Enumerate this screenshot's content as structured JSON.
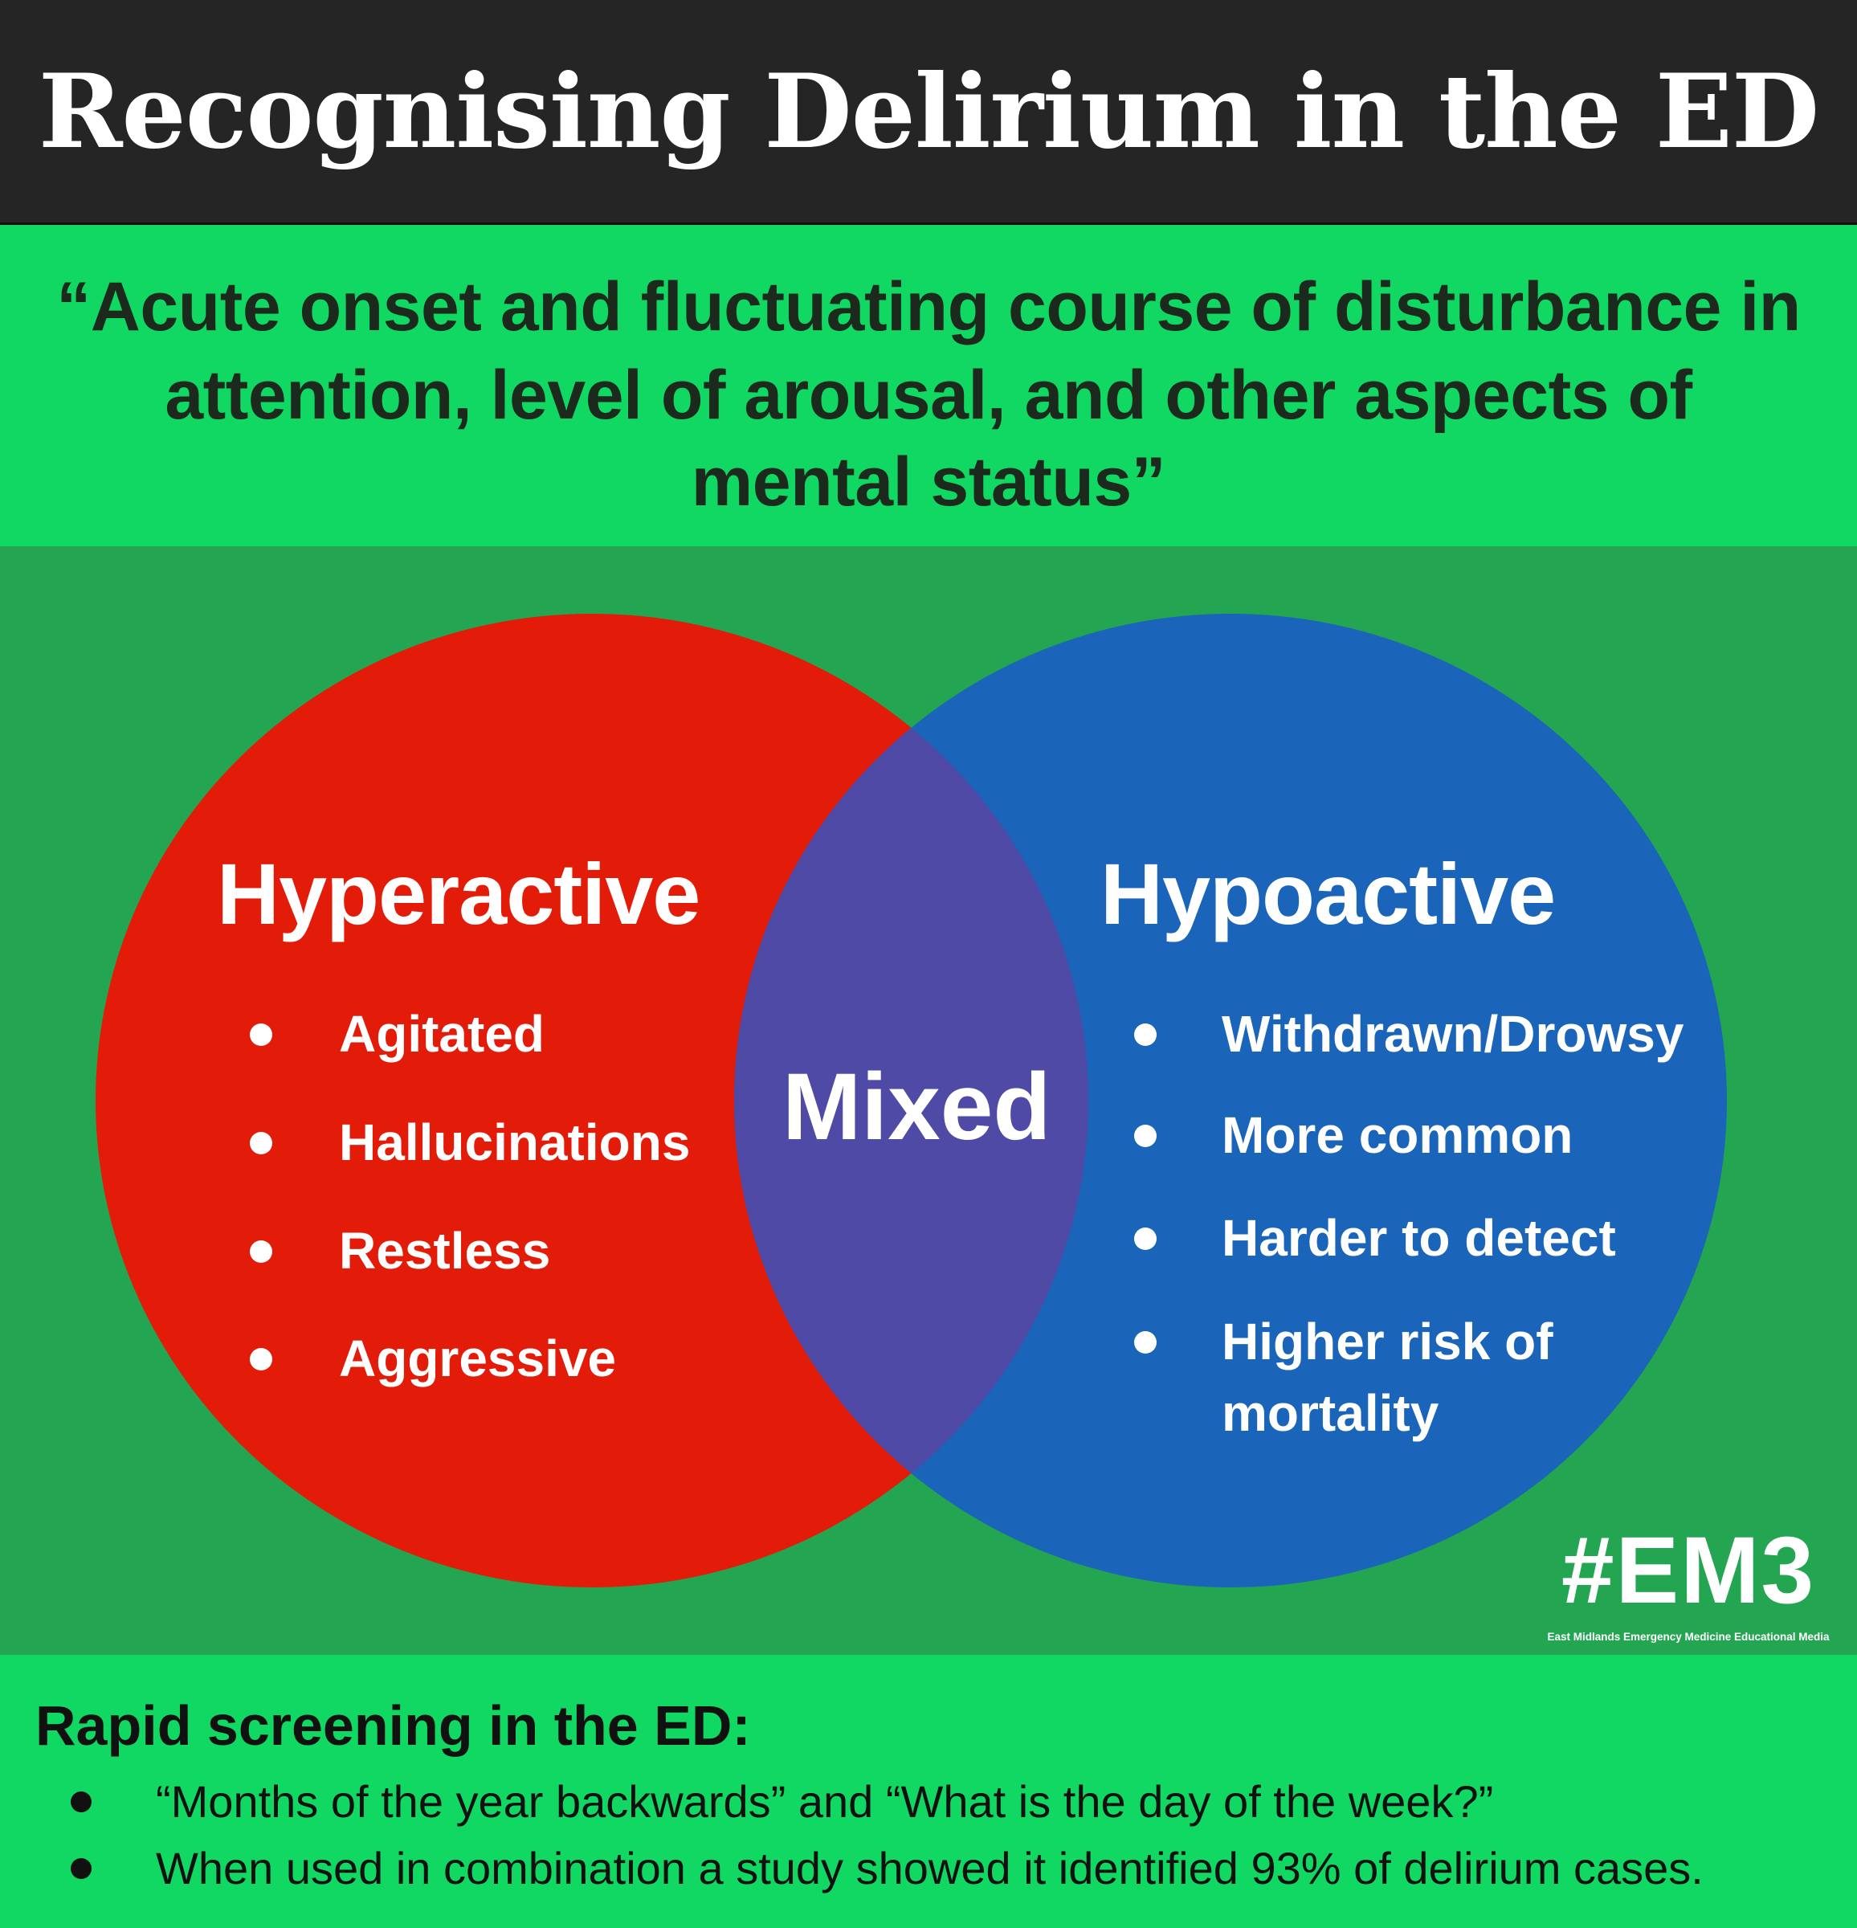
{
  "header": {
    "title": "Recognising Delirium in the ED"
  },
  "quote": {
    "lines": [
      "“Acute onset and fluctuating course of disturbance in",
      "attention, level of arousal, and other aspects of",
      "mental status”"
    ]
  },
  "venn": {
    "colors": {
      "hyperactive": "#e31c0a",
      "hypoactive": "#1a64b9",
      "mixed": "#4f4aa6",
      "background": "#24a552"
    },
    "hyperactive": {
      "title": "Hyperactive",
      "items": [
        "Agitated",
        "Hallucinations",
        "Restless",
        "Aggressive"
      ]
    },
    "mixed": {
      "title": "Mixed"
    },
    "hypoactive": {
      "title": "Hypoactive",
      "items": [
        "Withdrawn/Drowsy",
        "More common",
        "Harder  to detect",
        "Higher risk of",
        "mortality"
      ]
    }
  },
  "logo": {
    "main": "#EM3",
    "sub": "East Midlands Emergency Medicine Educational Media"
  },
  "screening": {
    "title": "Rapid screening in the ED:",
    "bullets": [
      "“Months of the year backwards” and “What is the day of the week?”",
      "When used in combination a study showed it identified 93% of delirium cases."
    ]
  }
}
